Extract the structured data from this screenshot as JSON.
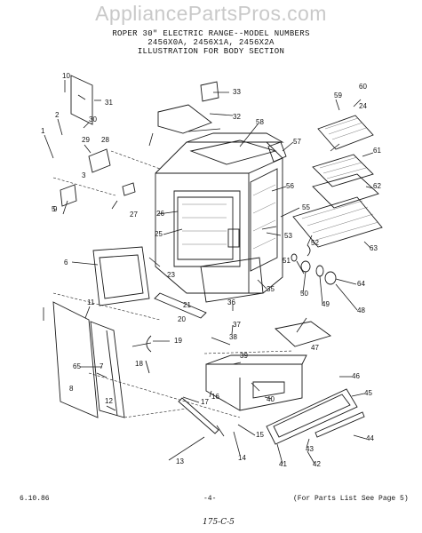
{
  "watermark": "AppliancePartsPros.com",
  "header": {
    "line1": "ROPER 30\" ELECTRIC RANGE--MODEL NUMBERS",
    "line2": "2456X0A, 2456X1A, 2456X2A",
    "line3": "ILLUSTRATION FOR BODY SECTION"
  },
  "footer": {
    "date": "6.10.86",
    "page": "-4-",
    "note": "(For Parts List See Page 5)",
    "handwritten": "175-C-5"
  },
  "callouts": [
    "1",
    "2",
    "3",
    "5",
    "6",
    "7",
    "8",
    "9",
    "10",
    "11",
    "12",
    "13",
    "14",
    "15",
    "16",
    "17",
    "18",
    "19",
    "20",
    "21",
    "23",
    "24",
    "25",
    "26",
    "27",
    "28",
    "29",
    "30",
    "31",
    "32",
    "33",
    "35",
    "36",
    "37",
    "38",
    "39",
    "40",
    "41",
    "42",
    "43",
    "44",
    "45",
    "46",
    "47",
    "48",
    "49",
    "50",
    "51",
    "52",
    "53",
    "55",
    "56",
    "57",
    "58",
    "59",
    "60",
    "61",
    "62",
    "63",
    "64",
    "65"
  ]
}
